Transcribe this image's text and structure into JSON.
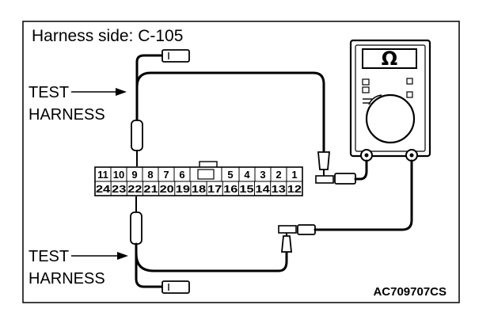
{
  "diagram": {
    "title": "Harness side: C-105",
    "top_label": {
      "line1": "TEST",
      "line2": "HARNESS"
    },
    "bottom_label": {
      "line1": "TEST",
      "line2": "HARNESS"
    },
    "connector": {
      "top_row": [
        "11",
        "10",
        "9",
        "8",
        "7",
        "6",
        "",
        "5",
        "4",
        "3",
        "2",
        "1"
      ],
      "bottom_row": [
        "24",
        "23",
        "22",
        "21",
        "20",
        "19",
        "18",
        "17",
        "16",
        "15",
        "14",
        "13",
        "12"
      ]
    },
    "meter_symbol": "Ω",
    "figure_code": "AC709707CS"
  }
}
